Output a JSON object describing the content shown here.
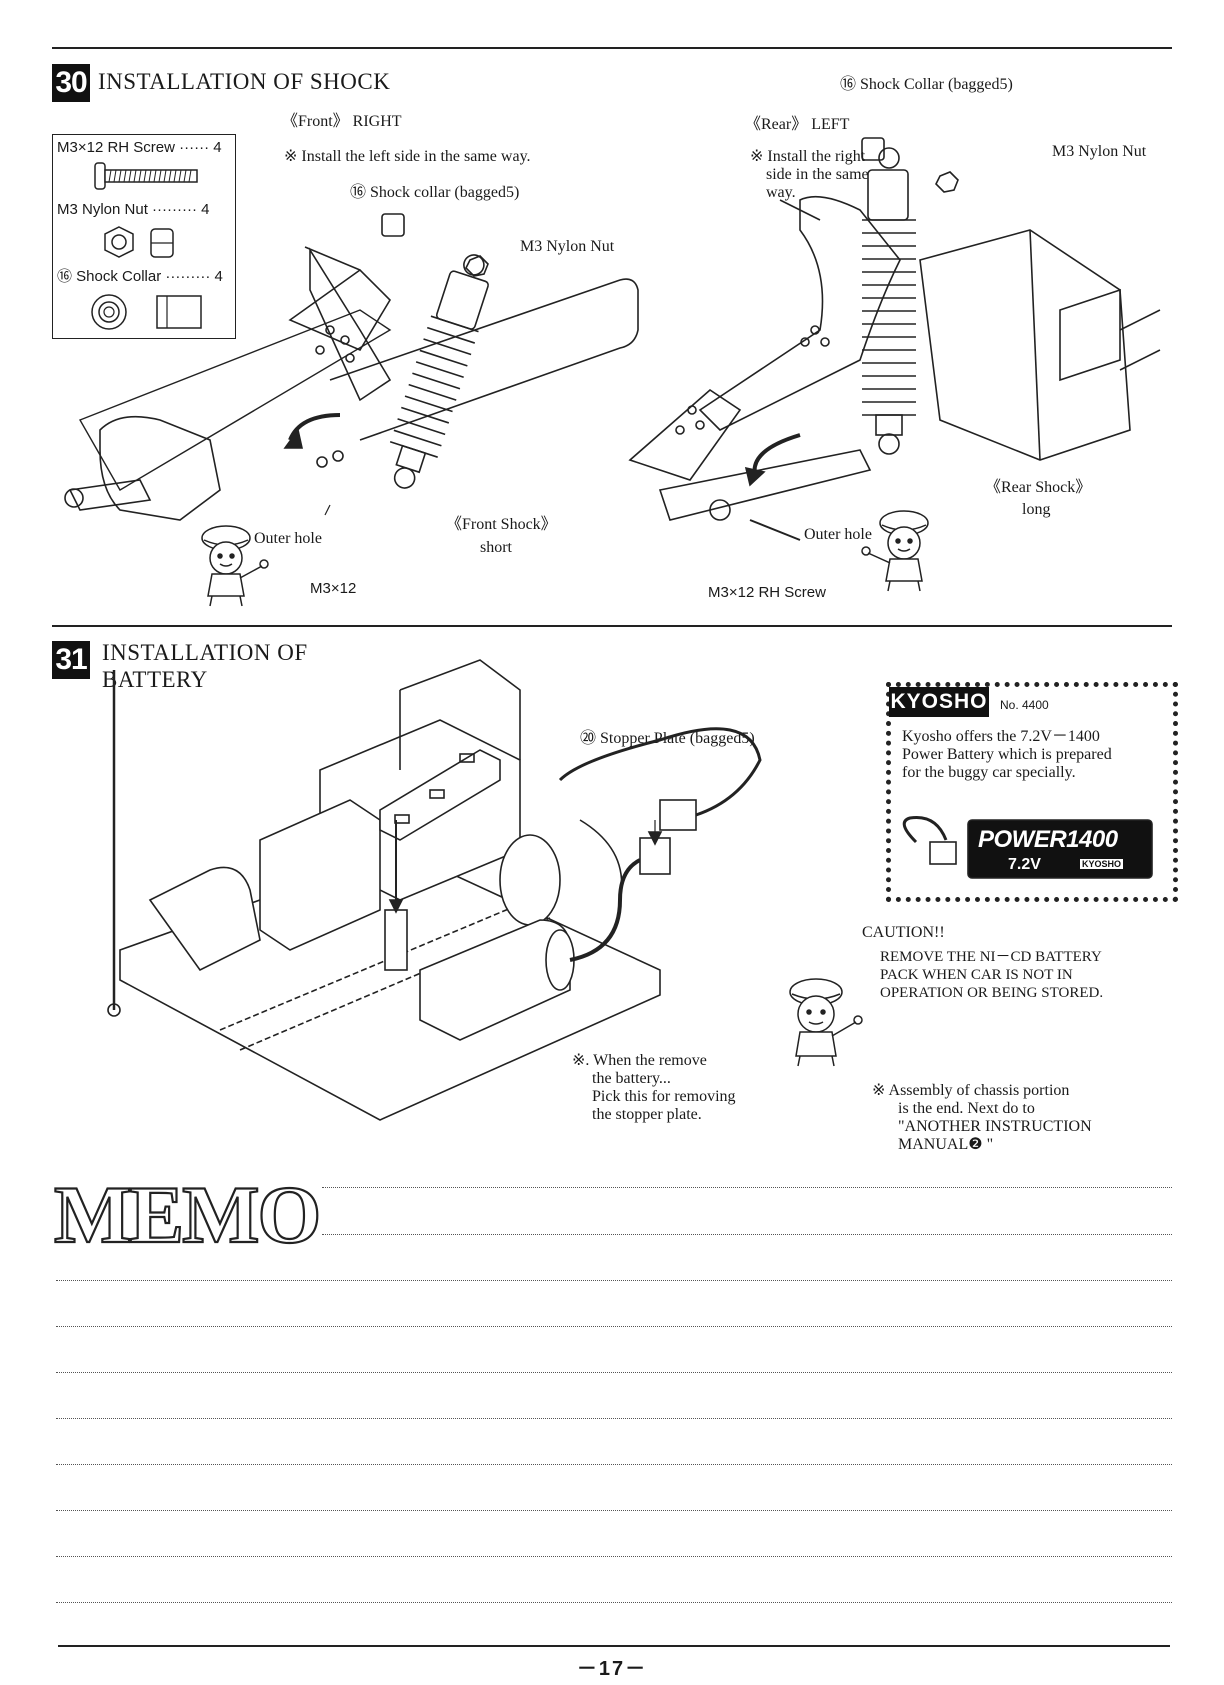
{
  "step30": {
    "number": "30",
    "title": "INSTALLATION OF SHOCK",
    "parts": [
      {
        "name": "M3×12 RH Screw",
        "qty": "4"
      },
      {
        "name": "M3 Nylon Nut",
        "qty": "4"
      },
      {
        "name": "Shock Collar",
        "qty": "4"
      }
    ],
    "front": {
      "label": "《Front》 RIGHT",
      "note": "※ Install the left side in the same way.",
      "shock_collar": "⑯ Shock collar (bagged5)",
      "nylon_nut": "M3 Nylon Nut",
      "outer_hole": "Outer hole",
      "screw": "M3×12",
      "shock_name": "《Front Shock》",
      "shock_length": "short"
    },
    "rear": {
      "label": "《Rear》 LEFT",
      "note_lines": [
        "※ Install the right",
        "side in the same",
        "way."
      ],
      "shock_collar": "⑯ Shock Collar (bagged5)",
      "nylon_nut": "M3 Nylon Nut",
      "outer_hole": "Outer hole",
      "screw": "M3×12 RH Screw",
      "shock_name": "《Rear Shock》",
      "shock_length": "long"
    }
  },
  "step31": {
    "number": "31",
    "title_lines": [
      "INSTALLATION OF",
      "BATTERY"
    ],
    "stopper_plate": "Stopper Plate (bagged5)",
    "remove_note_lines": [
      "※. When the remove",
      "the battery...",
      "Pick this for removing",
      "the stopper plate."
    ],
    "promo": {
      "brand": "KYOSHO",
      "part_no": "No. 4400",
      "text_lines": [
        "Kyosho offers the 7.2V－1400",
        "Power Battery which is prepared",
        "for the buggy car specially."
      ],
      "battery_label": "POWER1400",
      "battery_voltage": "7.2V",
      "battery_brand": "KYOSHO"
    },
    "caution": {
      "title": "CAUTION!!",
      "lines": [
        "REMOVE THE NI－CD BATTERY",
        "PACK WHEN CAR IS NOT IN",
        "OPERATION OR BEING STORED."
      ]
    },
    "end_note_lines": [
      "※ Assembly of chassis portion",
      "is the end. Next do to",
      "\"ANOTHER INSTRUCTION",
      "MANUAL❷ \""
    ]
  },
  "memo": {
    "title": "MEMO"
  },
  "page_number": "－17－"
}
